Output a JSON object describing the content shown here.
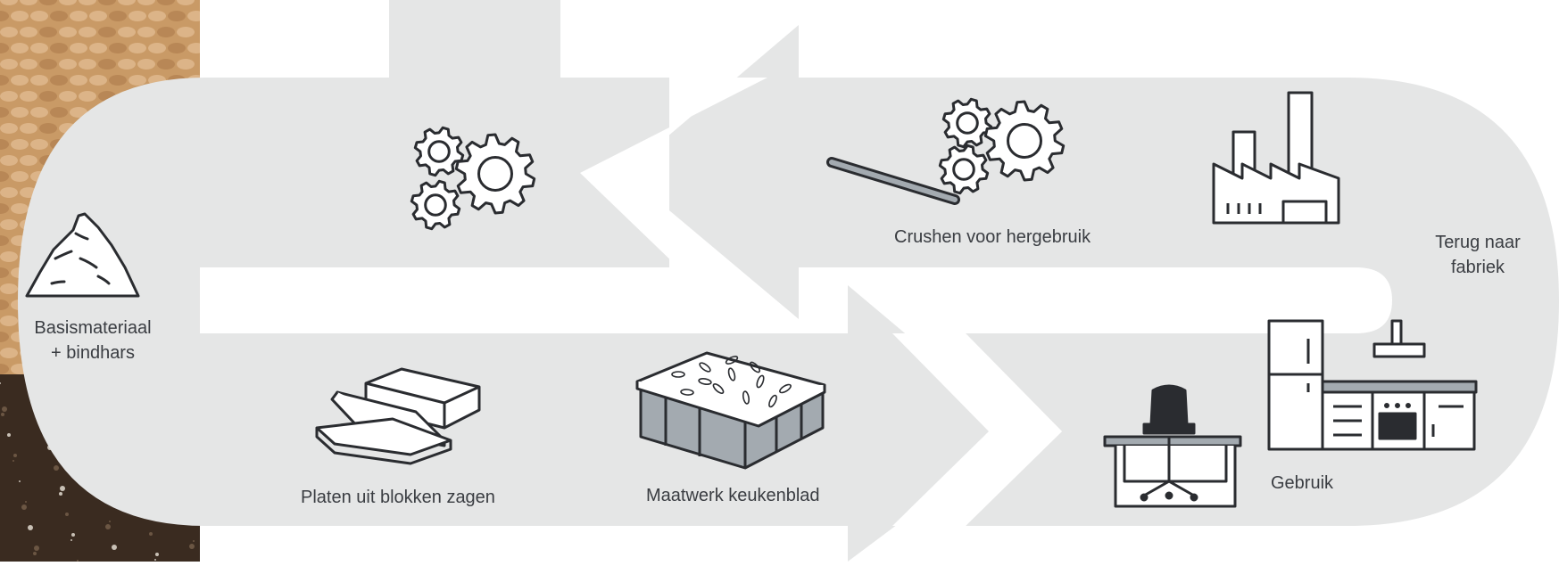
{
  "colors": {
    "background": "#ffffff",
    "loop": "#e5e6e6",
    "icon_stroke": "#2a2c30",
    "icon_fill": "#ffffff",
    "icon_gray": "#a3aab0",
    "photo_light": "#d8ae7e",
    "photo_dark": "#3a2b20"
  },
  "steps": {
    "base_material": {
      "icon": "powder-pile-icon",
      "line1": "Basismateriaal",
      "line2": "+ bindhars"
    },
    "processing": {
      "icon": "gears-icon"
    },
    "sawing": {
      "icon": "sawn-slabs-icon",
      "label": "Platen uit blokken zagen"
    },
    "countertop": {
      "icon": "countertop-slab-icon",
      "label": "Maatwerk keukenblad"
    },
    "usage": {
      "icon": "kitchen-and-desk-icon",
      "label": "Gebruik"
    },
    "return": {
      "icon": "return-arrow",
      "line1": "Terug naar",
      "line2": "fabriek"
    },
    "factory": {
      "icon": "factory-icon"
    },
    "crushing": {
      "icon": "crusher-gears-icon",
      "label": "Crushen voor hergebruik"
    }
  }
}
